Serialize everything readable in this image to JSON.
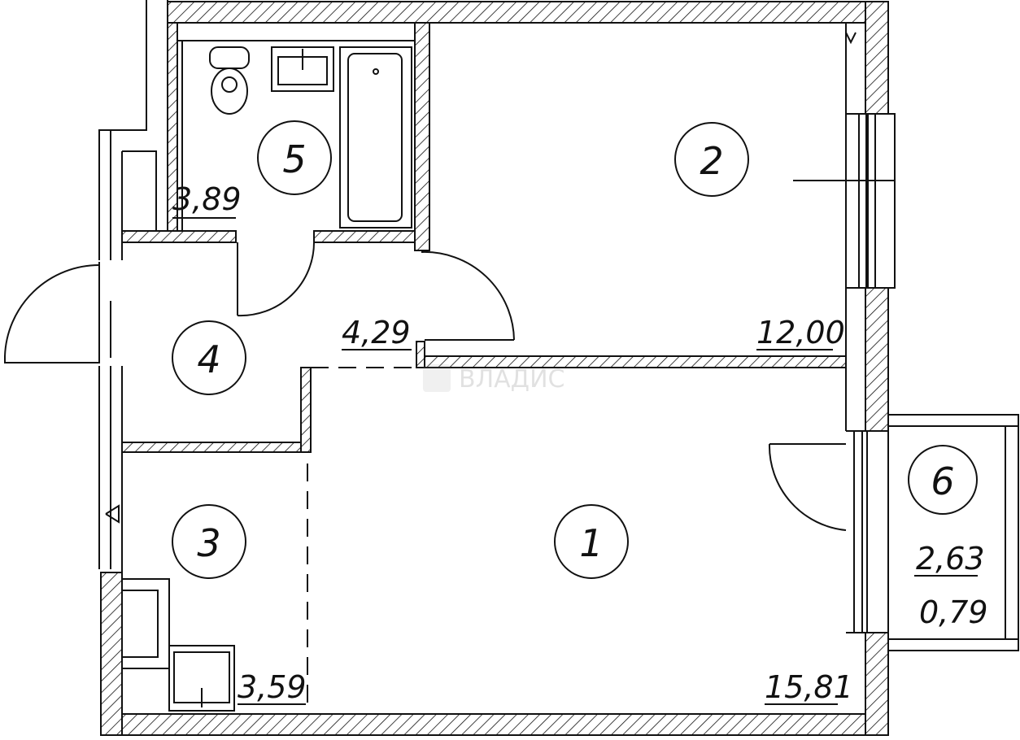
{
  "rooms": [
    {
      "number": "1",
      "area": "15,81"
    },
    {
      "number": "2",
      "area": "12,00"
    },
    {
      "number": "3",
      "area": "3,59"
    },
    {
      "number": "4",
      "area": "4,29"
    },
    {
      "number": "5",
      "area": "3,89"
    },
    {
      "number": "6",
      "area": "2,63",
      "area_secondary": "0,79"
    }
  ],
  "watermark": "ВЛАДИС",
  "colors": {
    "ink": "#111111",
    "background": "#ffffff"
  }
}
